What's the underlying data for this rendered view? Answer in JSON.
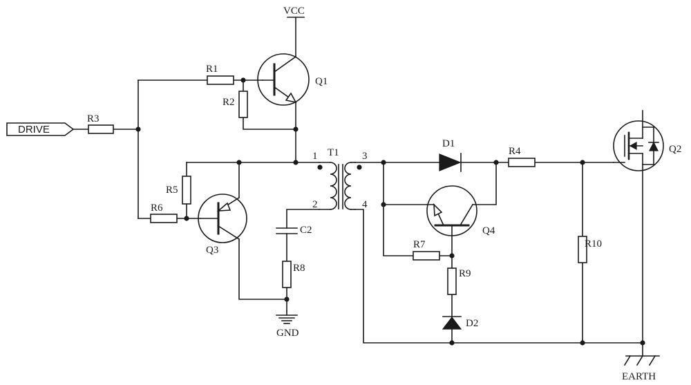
{
  "power": {
    "vcc": "VCC",
    "gnd": "GND",
    "earth": "EARTH"
  },
  "input": {
    "drive": "DRIVE"
  },
  "resistors": {
    "r1": "R1",
    "r2": "R2",
    "r3": "R3",
    "r4": "R4",
    "r5": "R5",
    "r6": "R6",
    "r7": "R7",
    "r8": "R8",
    "r9": "R9",
    "r10": "R10"
  },
  "transistors": {
    "q1": "Q1",
    "q2": "Q2",
    "q3": "Q3",
    "q4": "Q4"
  },
  "capacitors": {
    "c2": "C2"
  },
  "diodes": {
    "d1": "D1",
    "d2": "D2"
  },
  "transformer": {
    "name": "T1",
    "pin1": "1",
    "pin2": "2",
    "pin3": "3",
    "pin4": "4"
  }
}
